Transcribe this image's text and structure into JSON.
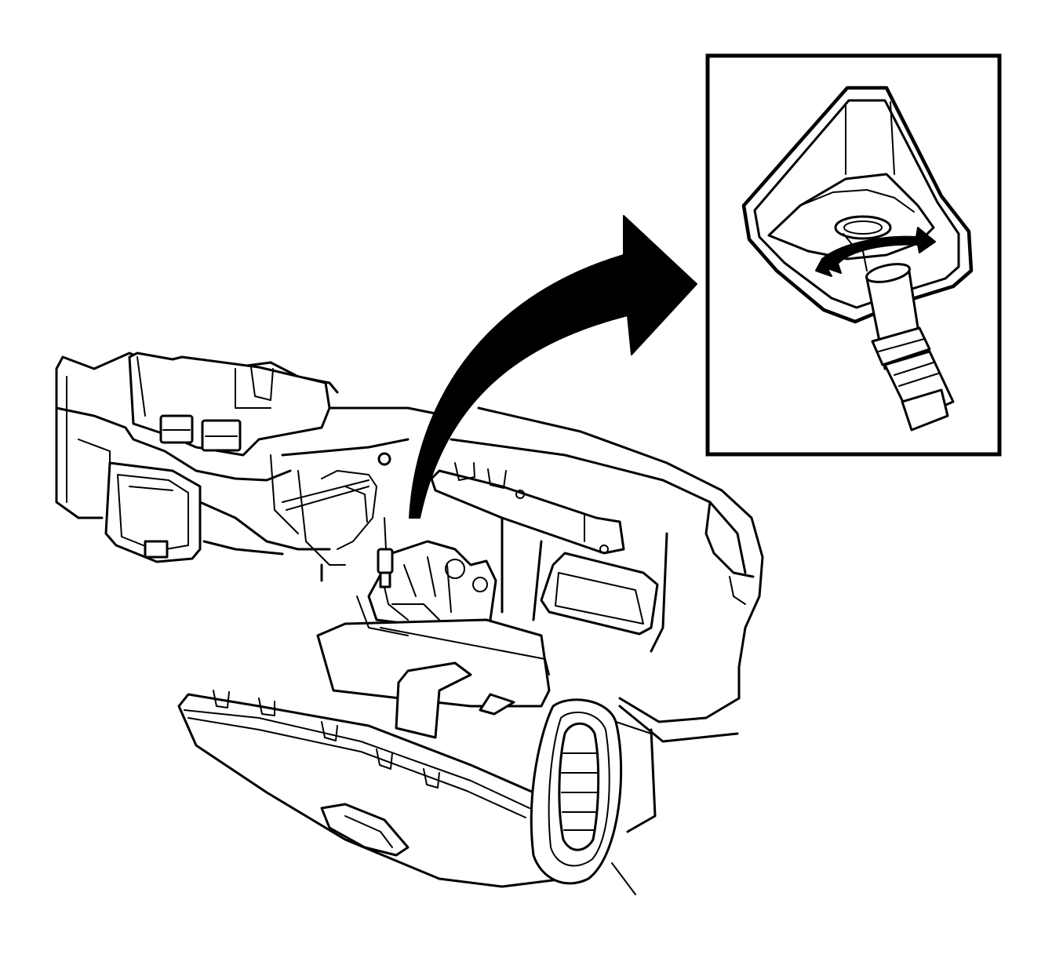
{
  "figure": {
    "background": "#ffffff",
    "line_color": "#000000",
    "parts": {
      "heater_case": "hvac-module-housing",
      "glove_box": "instrument-panel-glove-box",
      "air_outlet": "side-air-outlet",
      "bulb_socket": "compartment-lamp-socket",
      "callout_arrow": "curved-callout-arrow",
      "rotate_arrow": "twist-direction-arrow"
    }
  }
}
